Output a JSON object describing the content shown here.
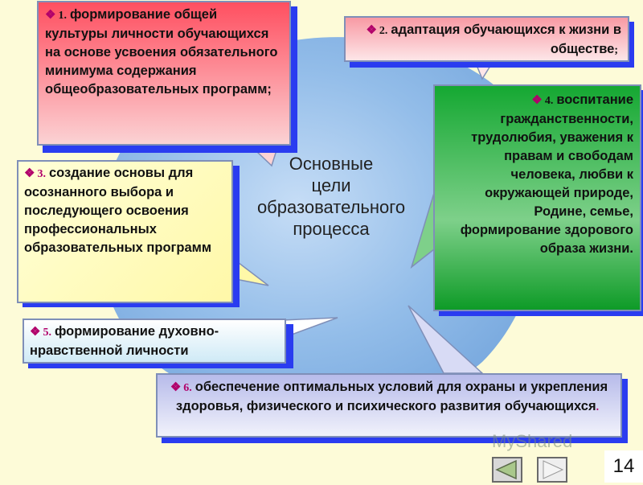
{
  "bullet_symbol": "❖",
  "center": {
    "line1": "Основные",
    "line2": "цели",
    "line3": "образовательного",
    "line4": "процесса"
  },
  "goals": [
    {
      "number": "1.",
      "text": "формирование общей культуры личности обучающихся на основе усвоения обязательного минимума содержания общеобразовательных программ;"
    },
    {
      "number": "2.",
      "text": "адаптация обучающихся к жизни в обществе",
      "suffix": ";"
    },
    {
      "number": "3.",
      "text": "создание основы для осознанного выбора и последующего освоения профессиональных образовательных программ"
    },
    {
      "number": "4.",
      "text": "воспитание гражданственности, трудолюбия, уважения к правам и свободам человека, любви к окружающей природе, Родине, семье, формирование здорового образа жизни."
    },
    {
      "number": "5.",
      "text": "формирование духовно-нравственной личности"
    },
    {
      "number": "6.",
      "text": "обеспечение оптимальных условий для охраны и укрепления здоровья, физического и психического развития обучающихся",
      "suffix": "."
    }
  ],
  "watermark": "MyShared",
  "slide_number": "14",
  "colors": {
    "background": "#fdfbd8",
    "circle": "#88b5e6",
    "box1": "#f86b78",
    "box2": "#fbc9ce",
    "box3": "#ffffc0",
    "box4": "#1fb338",
    "box5": "#e8f6fb",
    "box6": "#c6c9ef",
    "shadow": "#2a3cf0",
    "bullet": "#b1006a"
  },
  "icons": [
    "back-arrow-icon",
    "forward-arrow-icon"
  ]
}
